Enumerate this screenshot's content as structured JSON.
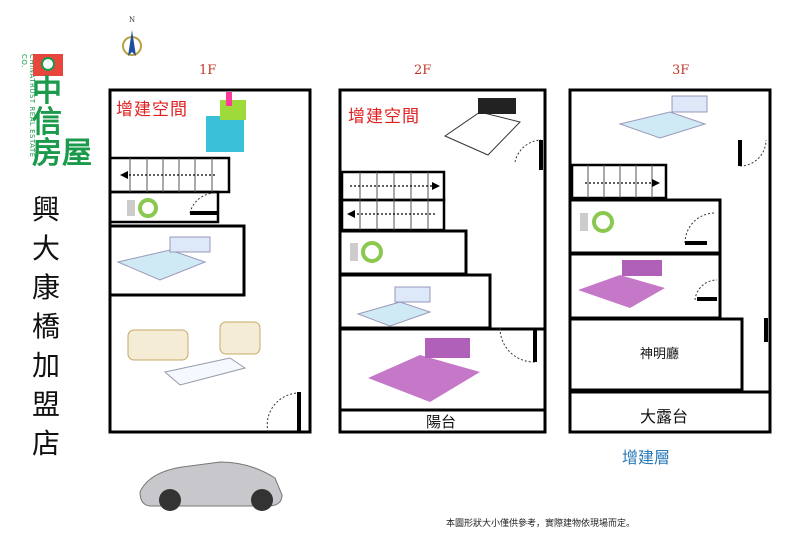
{
  "logo": {
    "name": "中信房屋",
    "line1": "中",
    "line2": "信",
    "line3": "房屋",
    "side_text": "CHINATRUST REAL ESTATE CO."
  },
  "store_name": [
    "興",
    "大",
    "康",
    "橋",
    "加",
    "盟",
    "店"
  ],
  "compass": {
    "north": "N"
  },
  "floors": [
    {
      "label": "1F",
      "extension_label": "增建空間"
    },
    {
      "label": "2F",
      "extension_label": "增建空間",
      "balcony": "陽台"
    },
    {
      "label": "3F",
      "shrine_room": "神明廳",
      "terrace": "大露台",
      "extension_floor": "增建層"
    }
  ],
  "footnote": "本圖形狀大小僅供參考，實際建物依現場而定。",
  "colors": {
    "wall": "#000000",
    "red_label": "#e02020",
    "blue_label": "#2a7ab8",
    "logo_green": "#1a9a4a",
    "logo_red": "#e8453c"
  }
}
